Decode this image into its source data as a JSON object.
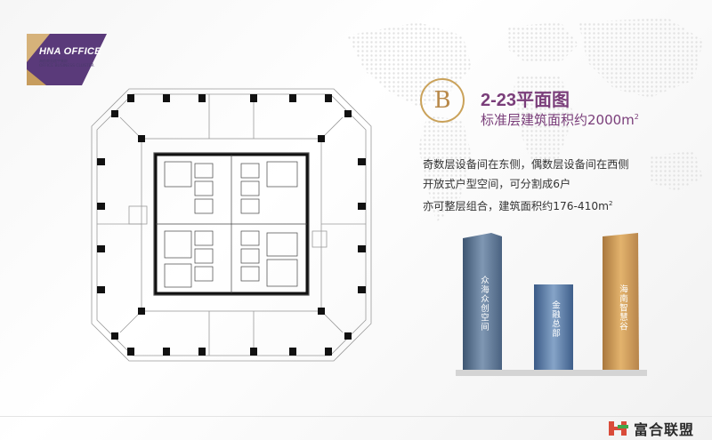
{
  "logo": {
    "title": "HNA OFFICE",
    "subtitle_cn": "海航商务楼宇集群",
    "subtitle_en": "OFFICE BUSINESS CLUSTER"
  },
  "plan": {
    "badge_letter": "B",
    "title": "2-23平面图",
    "subtitle_text": "标准层建筑面积约2000m",
    "subtitle_sup": "2"
  },
  "description": {
    "line1": "奇数层设备间在东侧，偶数层设备间在西侧",
    "line2": "开放式户型空间，可分割成6户",
    "line3_text": "亦可整层组合，建筑面积约176-410m",
    "line3_sup": "2"
  },
  "towers": {
    "left": "众海众创空间",
    "center": "金融总部",
    "right": "海南智慧谷"
  },
  "brand": {
    "name": "富合联盟"
  },
  "colors": {
    "accent_purple": "#7a3e7a",
    "gold": "#caa25a",
    "logo_purple": "#5a3a7a",
    "logo_gold": "#d6b27a"
  }
}
